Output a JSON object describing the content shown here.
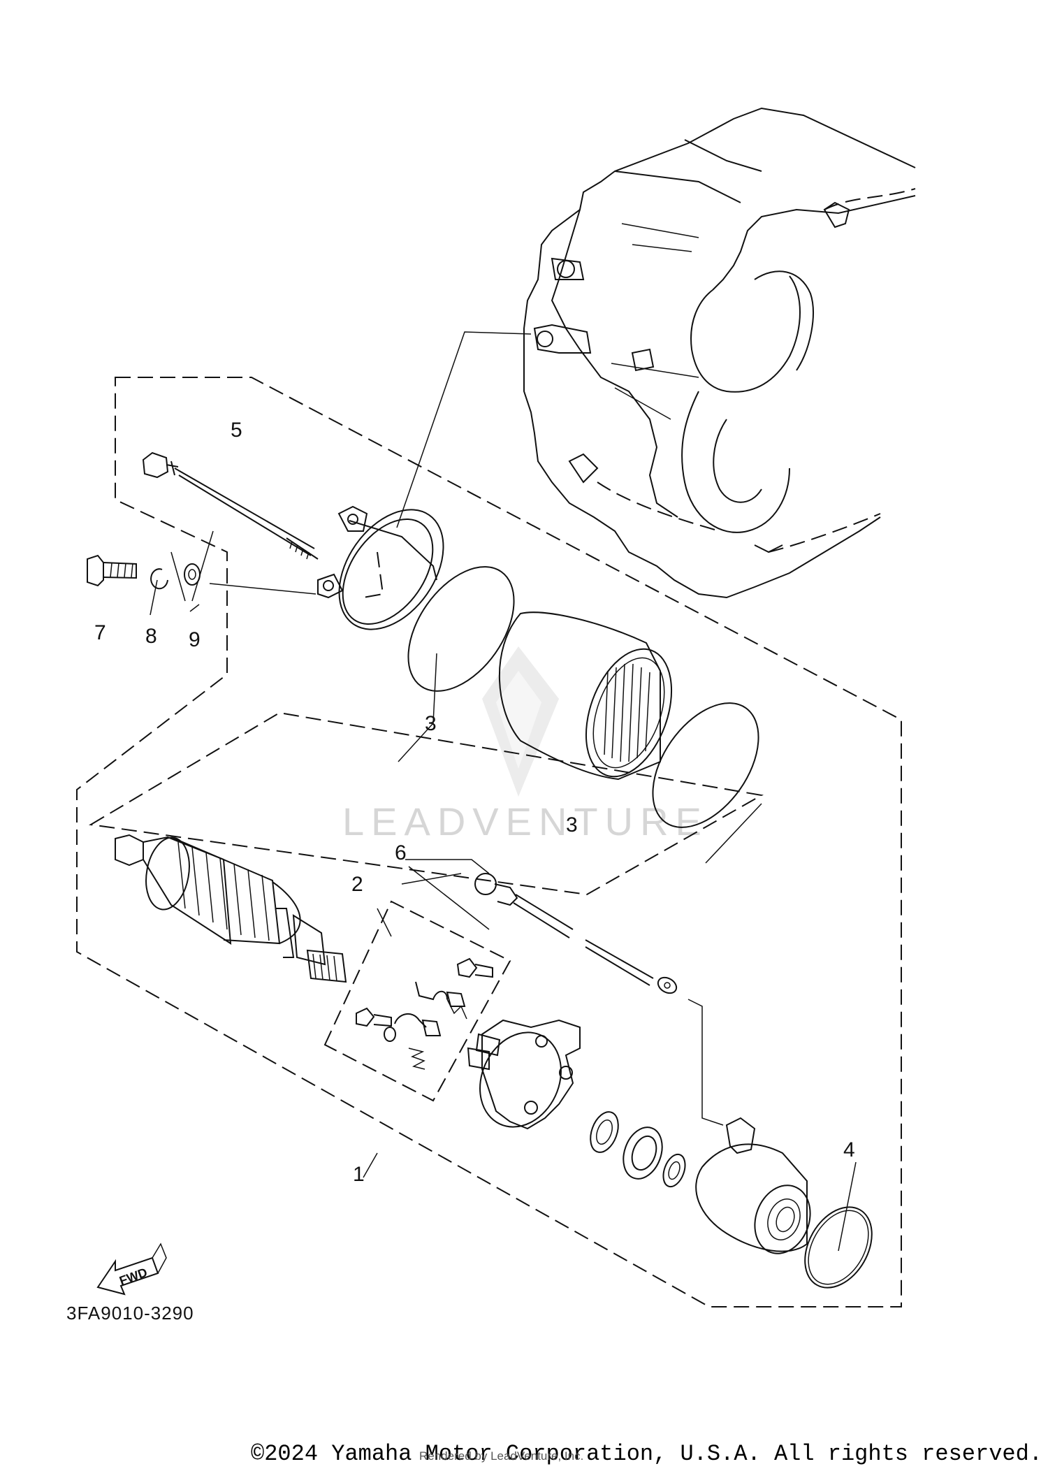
{
  "callouts": {
    "c1": "1",
    "c2": "2",
    "c3a": "3",
    "c3b": "3",
    "c4": "4",
    "c5": "5",
    "c6": "6",
    "c7": "7",
    "c8": "8",
    "c9": "9"
  },
  "fwd_label": "FWD",
  "diagram_code": "3FA9010-3290",
  "watermark": "LEADVENTURE",
  "copyright": "©2024 Yamaha Motor Corporation, U.S.A. All rights reserved.",
  "rendered_by": "Rendered by LeadVenture, Inc."
}
